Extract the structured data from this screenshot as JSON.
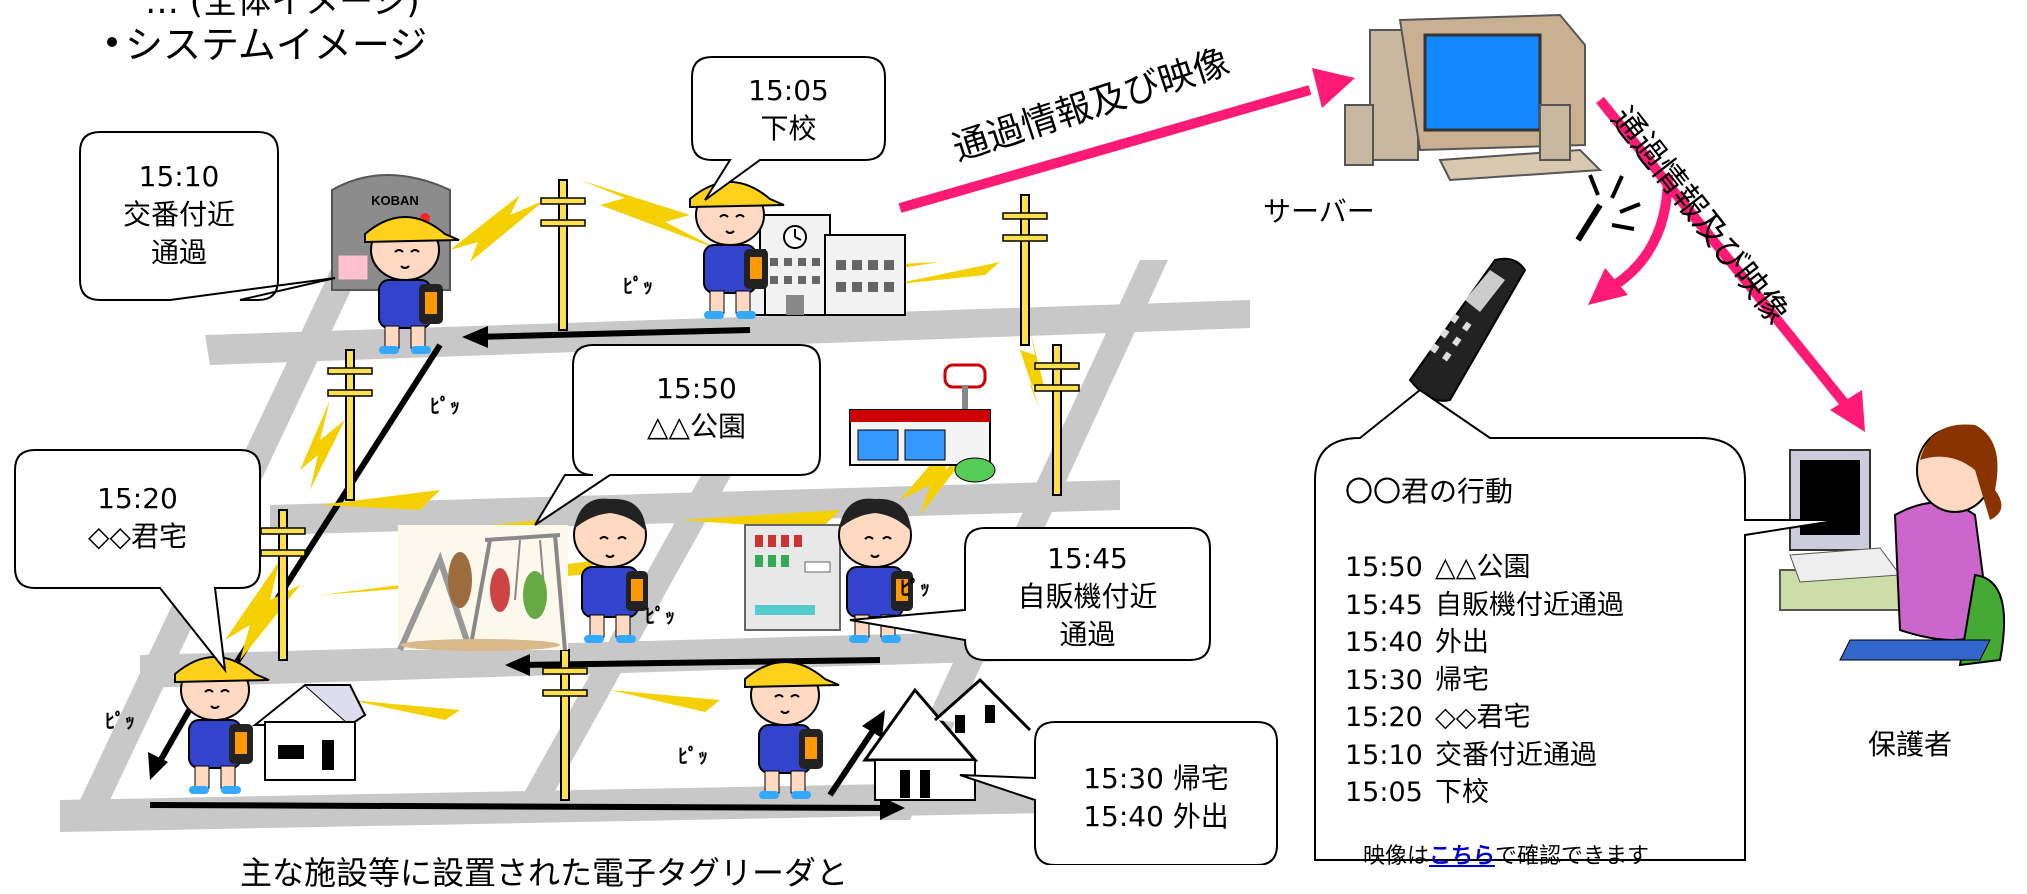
{
  "header": {
    "partial_top": "… (全体イメージ)",
    "title": "システムイメージ"
  },
  "bubbles": {
    "school": [
      "15:05",
      "下校"
    ],
    "koban": [
      "15:10",
      "交番付近",
      "通過"
    ],
    "friend_house": [
      "15:20",
      "◇◇君宅"
    ],
    "park": [
      "15:50",
      "△△公園"
    ],
    "vending": [
      "15:45",
      "自販機付近",
      "通過"
    ],
    "home": [
      "15:30  帰宅",
      "15:40  外出"
    ]
  },
  "flow_labels": {
    "to_server": "通過情報及び映像",
    "from_server": "通過情報及び映像"
  },
  "server_label": "サーバー",
  "guardian_label": "保護者",
  "koban_sign": "KOBAN",
  "pip": "ﾋﾟｯ",
  "report": {
    "title": "〇〇君の行動",
    "entries": [
      {
        "time": "15:50",
        "place": "△△公園"
      },
      {
        "time": "15:45",
        "place": "自販機付近通過"
      },
      {
        "time": "15:40",
        "place": "外出"
      },
      {
        "time": "15:30",
        "place": "帰宅"
      },
      {
        "time": "15:20",
        "place": "◇◇君宅"
      },
      {
        "time": "15:10",
        "place": "交番付近通過"
      },
      {
        "time": "15:05",
        "place": "下校"
      }
    ],
    "video_prefix": "映像は",
    "video_link": "こちら",
    "video_suffix": "で確認できます"
  },
  "footer_partial": "主な施設等に設置された電子タグリーダと",
  "colors": {
    "arrow_pink": "#ff1a75",
    "signal_yellow": "#f5d000",
    "road_gray": "#c8c8c8",
    "cap_yellow": "#ffd11a",
    "shirt_blue": "#3344cc"
  }
}
